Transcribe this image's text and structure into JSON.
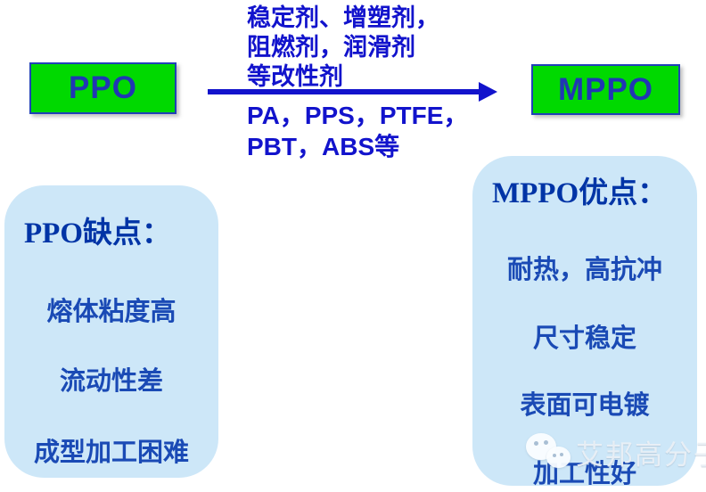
{
  "flow": {
    "source_label": "PPO",
    "target_label": "MPPO",
    "modifiers_above_arrow": {
      "line1": "稳定剂、增塑剂，",
      "line2": "阻燃剂，润滑剂",
      "line3": "等改性剂"
    },
    "blends_below_arrow": {
      "line1": "PA，PPS，PTFE，",
      "line2": "PBT，ABS等"
    }
  },
  "left_panel": {
    "title": "PPO缺点：",
    "items": [
      "熔体粘度高",
      "流动性差",
      "成型加工困难"
    ]
  },
  "right_panel": {
    "title": "MPPO优点：",
    "items": [
      "耐热，高抗冲",
      "尺寸稳定",
      "表面可电镀",
      "加工性好"
    ]
  },
  "watermark": {
    "icon": "wechat-icon",
    "text": "艾邦高分子"
  },
  "colors": {
    "background": "#ffffff",
    "node_fill": "#00d900",
    "node_border": "#2140b8",
    "node_text": "#2136b4",
    "arrow_and_notes": "#1213cc",
    "panel_fill": "#cde7f8",
    "panel_title_text": "#0034a6",
    "panel_item_text": "#1a4ab5",
    "watermark_text": "#ebf1f6"
  }
}
